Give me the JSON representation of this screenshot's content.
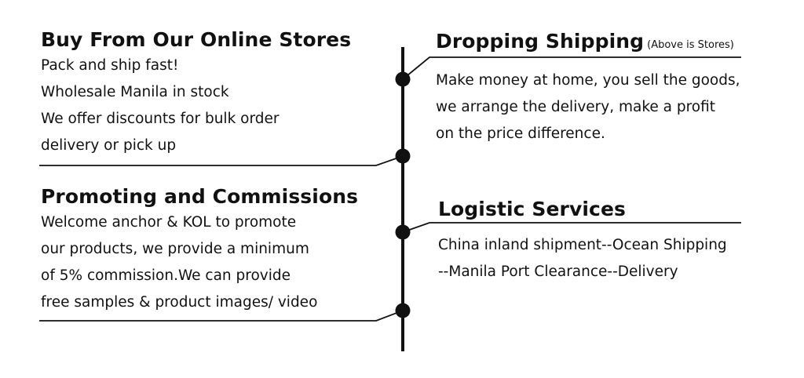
{
  "colors": {
    "text": "#111111",
    "line": "#111111",
    "background": "#ffffff"
  },
  "sections": [
    {
      "title": "Buy From Our Online Stores",
      "lines": [
        "Pack and ship fast!",
        "Wholesale Manila in stock",
        "We offer discounts for bulk order",
        "delivery or pick up"
      ]
    },
    {
      "title": "Dropping Shipping",
      "note": "(Above is Stores)",
      "lines": [
        "Make money at home, you sell the goods,",
        "we arrange the delivery, make a profit",
        "on the price difference."
      ]
    },
    {
      "title": "Promoting and Commissions",
      "lines": [
        "Welcome anchor & KOL to promote",
        "our products, we provide a minimum",
        "of 5% commission.We can provide",
        "free samples & product images/ video"
      ]
    },
    {
      "title": "Logistic Services",
      "lines": [
        "China inland shipment--Ocean Shipping",
        "--Manila Port Clearance--Delivery"
      ]
    }
  ]
}
